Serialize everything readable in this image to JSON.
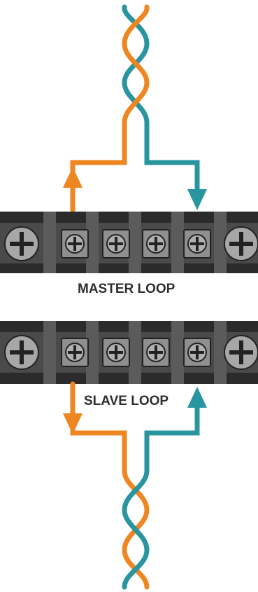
{
  "labels": {
    "master": "MASTER LOOP",
    "slave": "SLAVE LOOP"
  },
  "colors": {
    "orange_wire": "#ee8622",
    "teal_wire": "#29959f",
    "strip_body": "#2b2b2b",
    "strip_band": "#4a4a4a",
    "plate": "#8f8f8f",
    "screw": "#9b9b9b",
    "label_text": "#2f2f2f"
  },
  "terminal_strips": [
    {
      "name": "master-loop-terminal-strip",
      "large_screws": 2,
      "small_screws": 4
    },
    {
      "name": "slave-loop-terminal-strip",
      "large_screws": 2,
      "small_screws": 4
    }
  ],
  "icons": [
    "terminal-screw-icon",
    "arrow-up-icon",
    "arrow-down-icon"
  ]
}
